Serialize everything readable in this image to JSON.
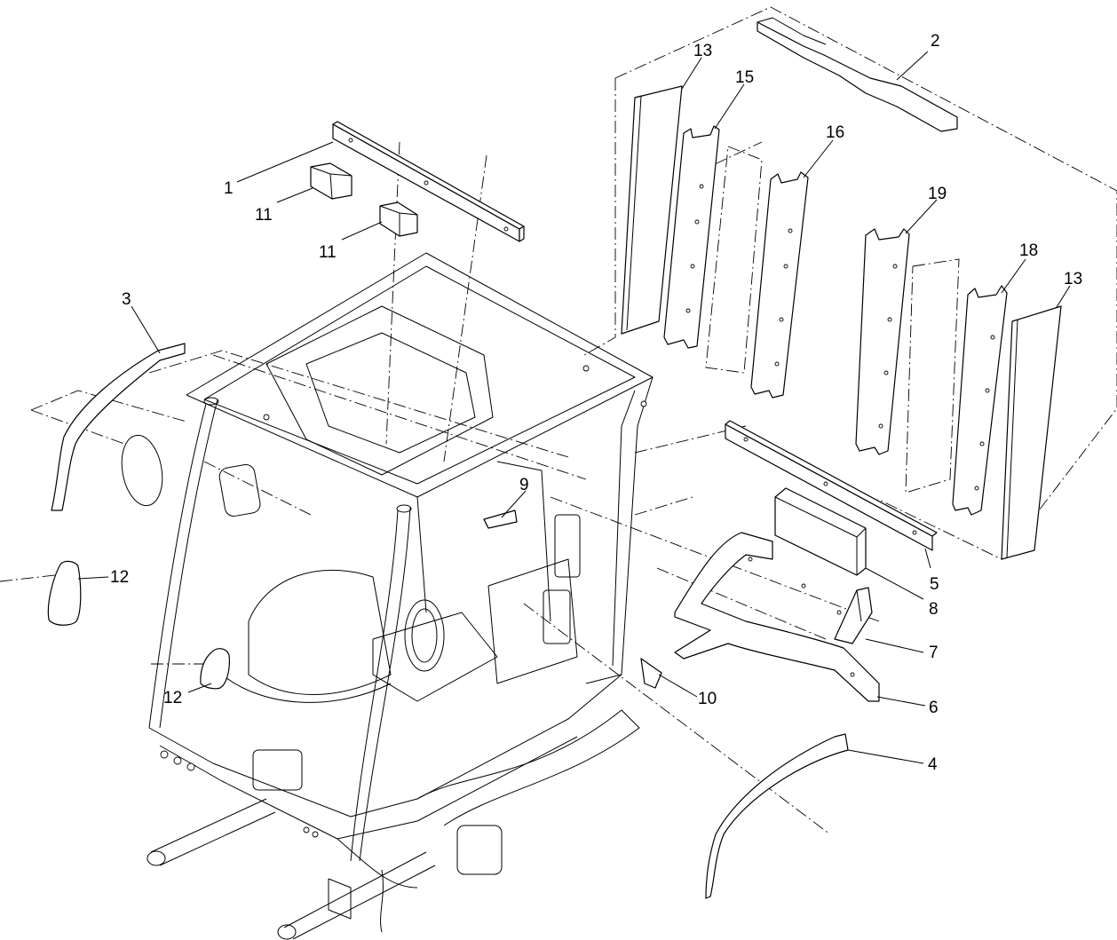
{
  "diagram": {
    "callouts": [
      {
        "id": "c1",
        "label": "1"
      },
      {
        "id": "c2",
        "label": "2"
      },
      {
        "id": "c3",
        "label": "3"
      },
      {
        "id": "c4",
        "label": "4"
      },
      {
        "id": "c5",
        "label": "5"
      },
      {
        "id": "c6",
        "label": "6"
      },
      {
        "id": "c7",
        "label": "7"
      },
      {
        "id": "c8",
        "label": "8"
      },
      {
        "id": "c9",
        "label": "9"
      },
      {
        "id": "c10",
        "label": "10"
      },
      {
        "id": "c11a",
        "label": "11"
      },
      {
        "id": "c11b",
        "label": "11"
      },
      {
        "id": "c12a",
        "label": "12"
      },
      {
        "id": "c12b",
        "label": "12"
      },
      {
        "id": "c13a",
        "label": "13"
      },
      {
        "id": "c13b",
        "label": "13"
      },
      {
        "id": "c15",
        "label": "15"
      },
      {
        "id": "c16",
        "label": "16"
      },
      {
        "id": "c18",
        "label": "18"
      },
      {
        "id": "c19",
        "label": "19"
      }
    ]
  }
}
